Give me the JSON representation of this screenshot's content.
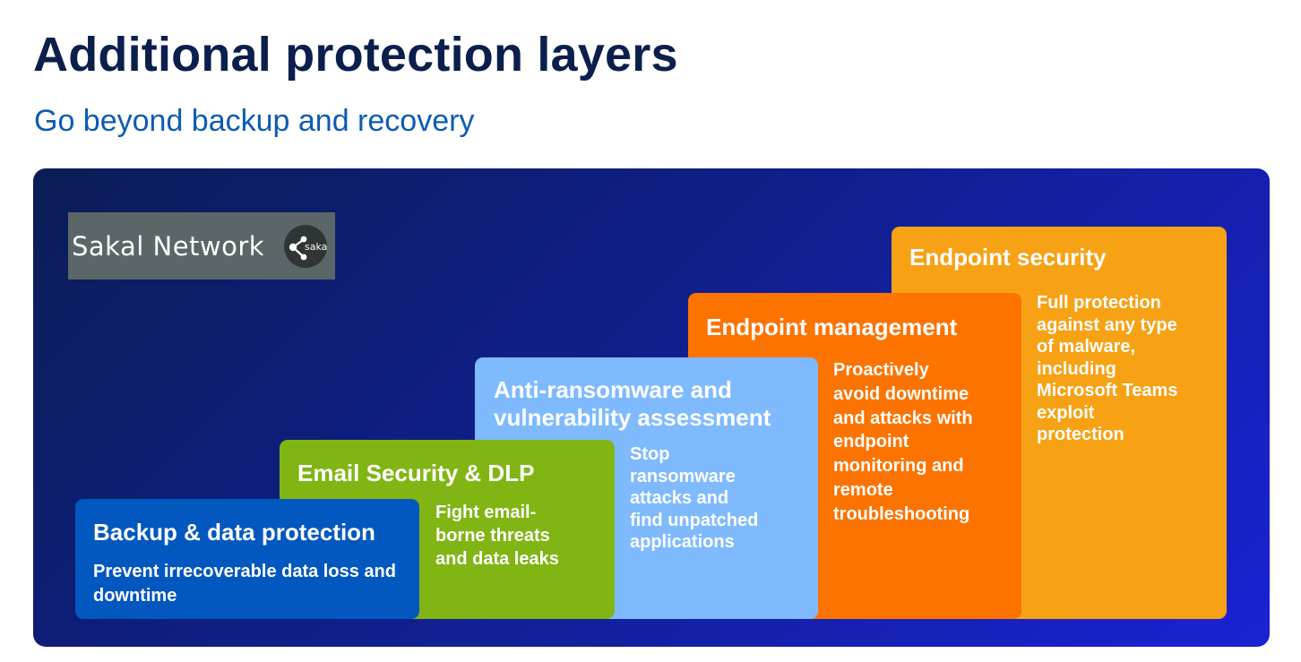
{
  "header": {
    "title": "Additional protection layers",
    "subtitle": "Go beyond backup and recovery"
  },
  "logo": {
    "text": "Sakal Network",
    "icon_label": "sakal",
    "icon": "share-icon",
    "background": "#5b6668"
  },
  "layers": [
    {
      "id": "backup",
      "title": "Backup & data protection",
      "description": "Prevent irrecoverable data loss and downtime",
      "color": "#0258bf"
    },
    {
      "id": "email",
      "title": "Email Security & DLP",
      "description_lines": [
        "Fight email-",
        "borne threats",
        "and data leaks"
      ],
      "color": "#80b514"
    },
    {
      "id": "ransom",
      "title_lines": [
        "Anti-ransomware and",
        "vulnerability assessment"
      ],
      "description_lines": [
        "Stop",
        "ransomware",
        "attacks and",
        "find unpatched",
        "applications"
      ],
      "color": "#7fbaff"
    },
    {
      "id": "management",
      "title": "Endpoint management",
      "description_lines": [
        "Proactively",
        "avoid downtime",
        "and attacks with",
        "endpoint",
        "monitoring and",
        "remote",
        "troubleshooting"
      ],
      "color": "#fd7300"
    },
    {
      "id": "security",
      "title": "Endpoint security",
      "description_lines": [
        "Full protection",
        "against any type",
        "of malware,",
        "including",
        "Microsoft Teams",
        "exploit",
        "protection"
      ],
      "color": "#f7a114"
    }
  ],
  "colors": {
    "title": "#0b1f4d",
    "subtitle": "#0c5bb5",
    "panel_gradient": [
      "#0a1d55",
      "#1a22d4"
    ]
  }
}
